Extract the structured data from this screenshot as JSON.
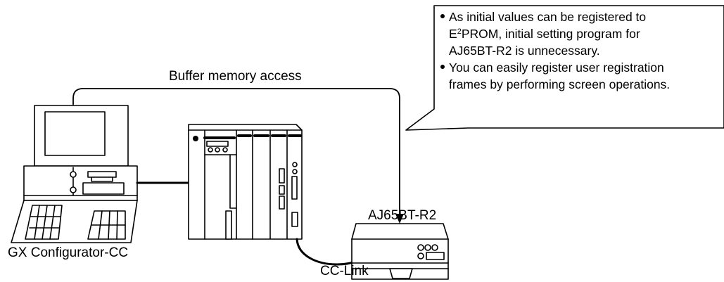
{
  "labels": {
    "buffer_memory_access": "Buffer memory access",
    "module_name": "AJ65BT-R2",
    "configurator": "GX Configurator-CC",
    "network": "CC-Link"
  },
  "callout": {
    "bullet1": {
      "before_sup": "As initial values can be registered to",
      "e_letter": "E",
      "superscript": "2",
      "after_sup": "PROM, initial setting program for",
      "last_line": "AJ65BT-R2 is unnecessary."
    },
    "bullet2": {
      "line1": "You can easily register user registration",
      "line2": "frames by performing screen operations."
    }
  },
  "colors": {
    "stroke": "#000000",
    "background": "#ffffff"
  }
}
